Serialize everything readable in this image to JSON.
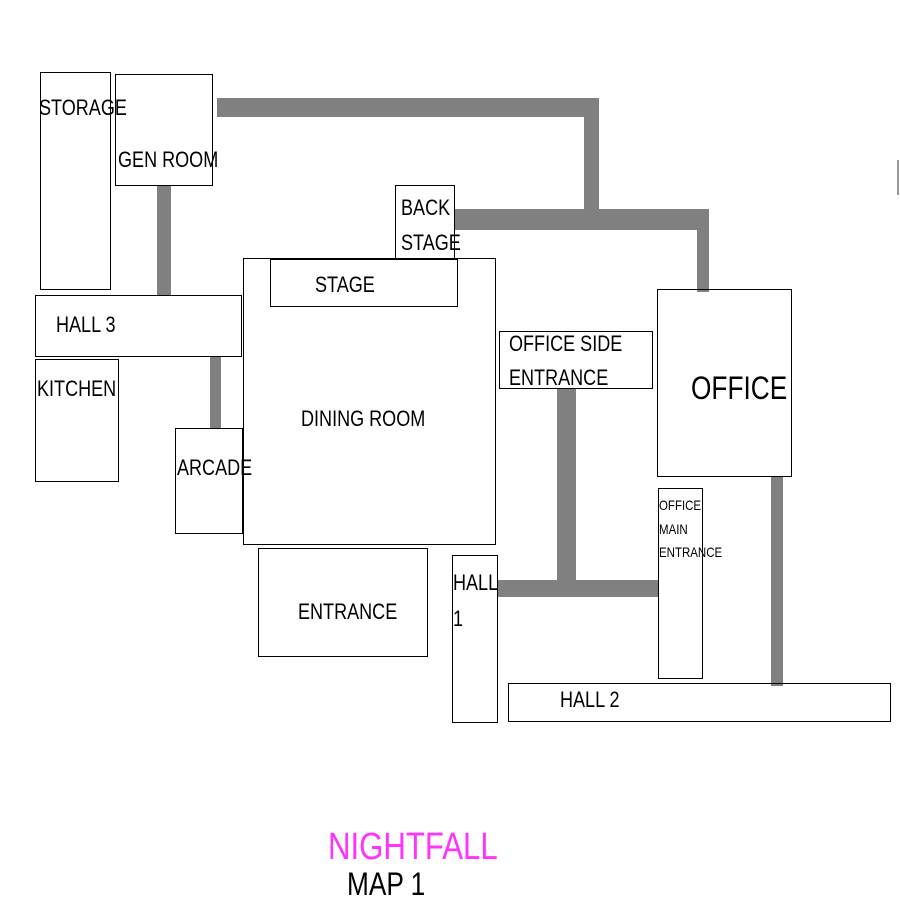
{
  "rooms": {
    "storage": "STORAGE",
    "gen_room": "GEN ROOM",
    "back_stage_1": "BACK",
    "back_stage_2": "STAGE",
    "stage": "STAGE",
    "hall_3": "HALL 3",
    "kitchen": "KITCHEN",
    "arcade": "ARCADE",
    "dining_room": "DINING ROOM",
    "office_side_1": "OFFICE SIDE",
    "office_side_2": "ENTRANCE",
    "office": "OFFICE",
    "office_main_1": "OFFICE",
    "office_main_2": "MAIN",
    "office_main_3": "ENTRANCE",
    "entrance": "ENTRANCE",
    "hall_1_a": "HALL",
    "hall_1_b": "1",
    "hall_2": "HALL 2"
  },
  "title": {
    "name": "NIGHTFALL",
    "subtitle": "MAP 1"
  },
  "colors": {
    "corridor": "#808080",
    "title": "#ff33ff"
  }
}
